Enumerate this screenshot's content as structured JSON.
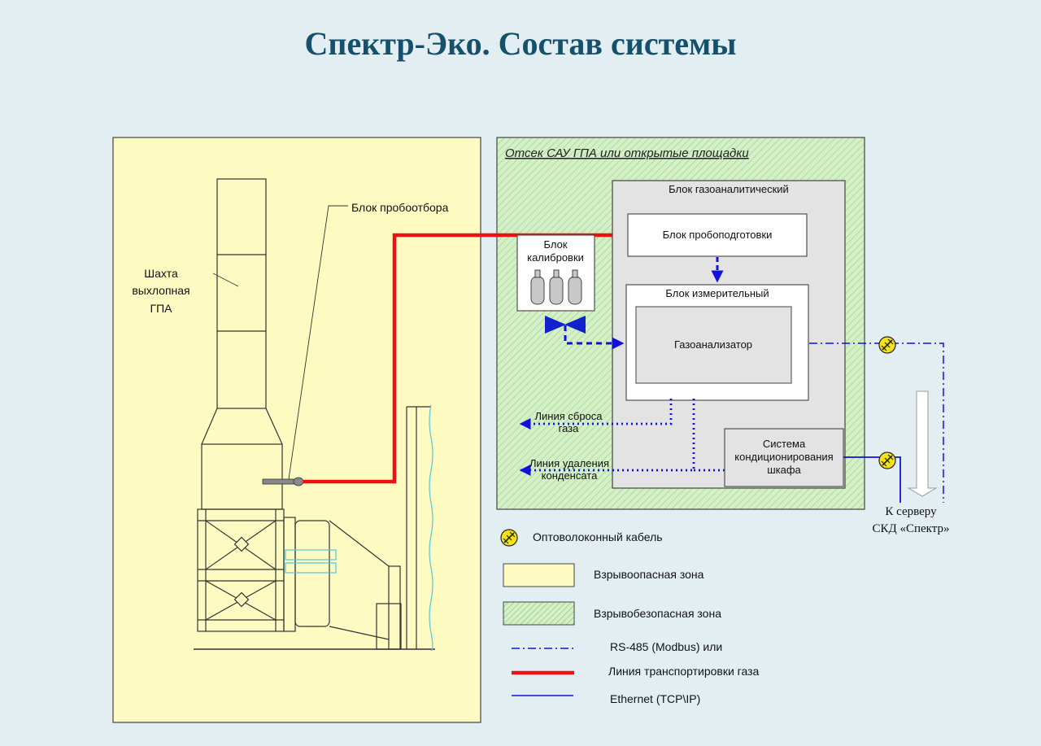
{
  "title": "Спектр-Эко. Состав системы",
  "zones": {
    "safe_title": "Отсек САУ ГПА или открытые площадки"
  },
  "labels": {
    "stack_line1": "Шахта",
    "stack_line2": "выхлопная",
    "stack_line3": "ГПА",
    "probe": "Блок пробоотбора",
    "gas_block": "Блок газоаналитический",
    "prep": "Блок пробоподготовки",
    "calib_line1": "Блок",
    "calib_line2": "калибровки",
    "measure": "Блок измерительный",
    "analyzer": "Газоанализатор",
    "discharge_line1": "Линия сброса",
    "discharge_line2": "газа",
    "condensate_line1": "Линия удаления",
    "condensate_line2": "конденсата",
    "cond_line1": "Система",
    "cond_line2": "кондиционирования",
    "cond_line3": "шкафа",
    "server_line1": "К серверу",
    "server_line2": "СКД «Спектр»"
  },
  "legend": {
    "fiber": "Оптоволоконный кабель",
    "hazard": "Взрывоопасная зона",
    "safe": "Взрывобезопасная зона",
    "rs485": "RS-485 (Modbus) или",
    "gas_line": "Линия транспортировки газа",
    "ethernet": "Ethernet (TCP\\IP)"
  },
  "colors": {
    "title": "#15516b",
    "hazard_fill": "#fdfbc2",
    "safe_fill": "#d5f0c6",
    "gas_line": "#ee1111",
    "signal": "#1111dd"
  }
}
